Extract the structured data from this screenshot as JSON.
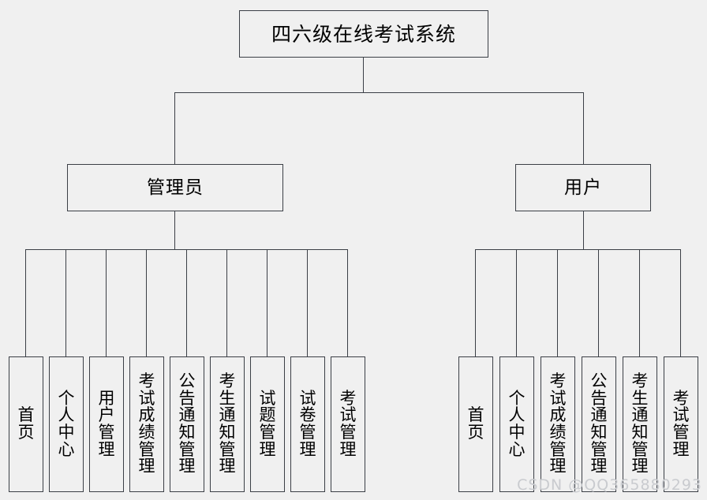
{
  "diagram": {
    "type": "tree-hierarchy",
    "background_color": "#f0f0f0",
    "line_color": "#3b3f46",
    "box_fill": "#f0f0f0",
    "root": {
      "label": "四六级在线考试系统"
    },
    "level2": [
      {
        "label": "管理员"
      },
      {
        "label": "用户"
      }
    ],
    "admin_children": [
      {
        "label": "首\n页"
      },
      {
        "label": "个\n人\n中\n心"
      },
      {
        "label": "用\n户\n管\n理"
      },
      {
        "label": "考\n试\n成\n绩\n管\n理"
      },
      {
        "label": "公\n告\n通\n知\n管\n理"
      },
      {
        "label": "考\n生\n通\n知\n管\n理"
      },
      {
        "label": "试\n题\n管\n理"
      },
      {
        "label": "试\n卷\n管\n理"
      },
      {
        "label": "考\n试\n管\n理"
      }
    ],
    "user_children": [
      {
        "label": "首\n页"
      },
      {
        "label": "个\n人\n中\n心"
      },
      {
        "label": "考\n试\n成\n绩\n管\n理"
      },
      {
        "label": "公\n告\n通\n知\n管\n理"
      },
      {
        "label": "考\n生\n通\n知\n管\n理"
      },
      {
        "label": "考\n试\n管\n理"
      }
    ]
  },
  "watermark": {
    "text": "CSDN @QQ365880293"
  }
}
